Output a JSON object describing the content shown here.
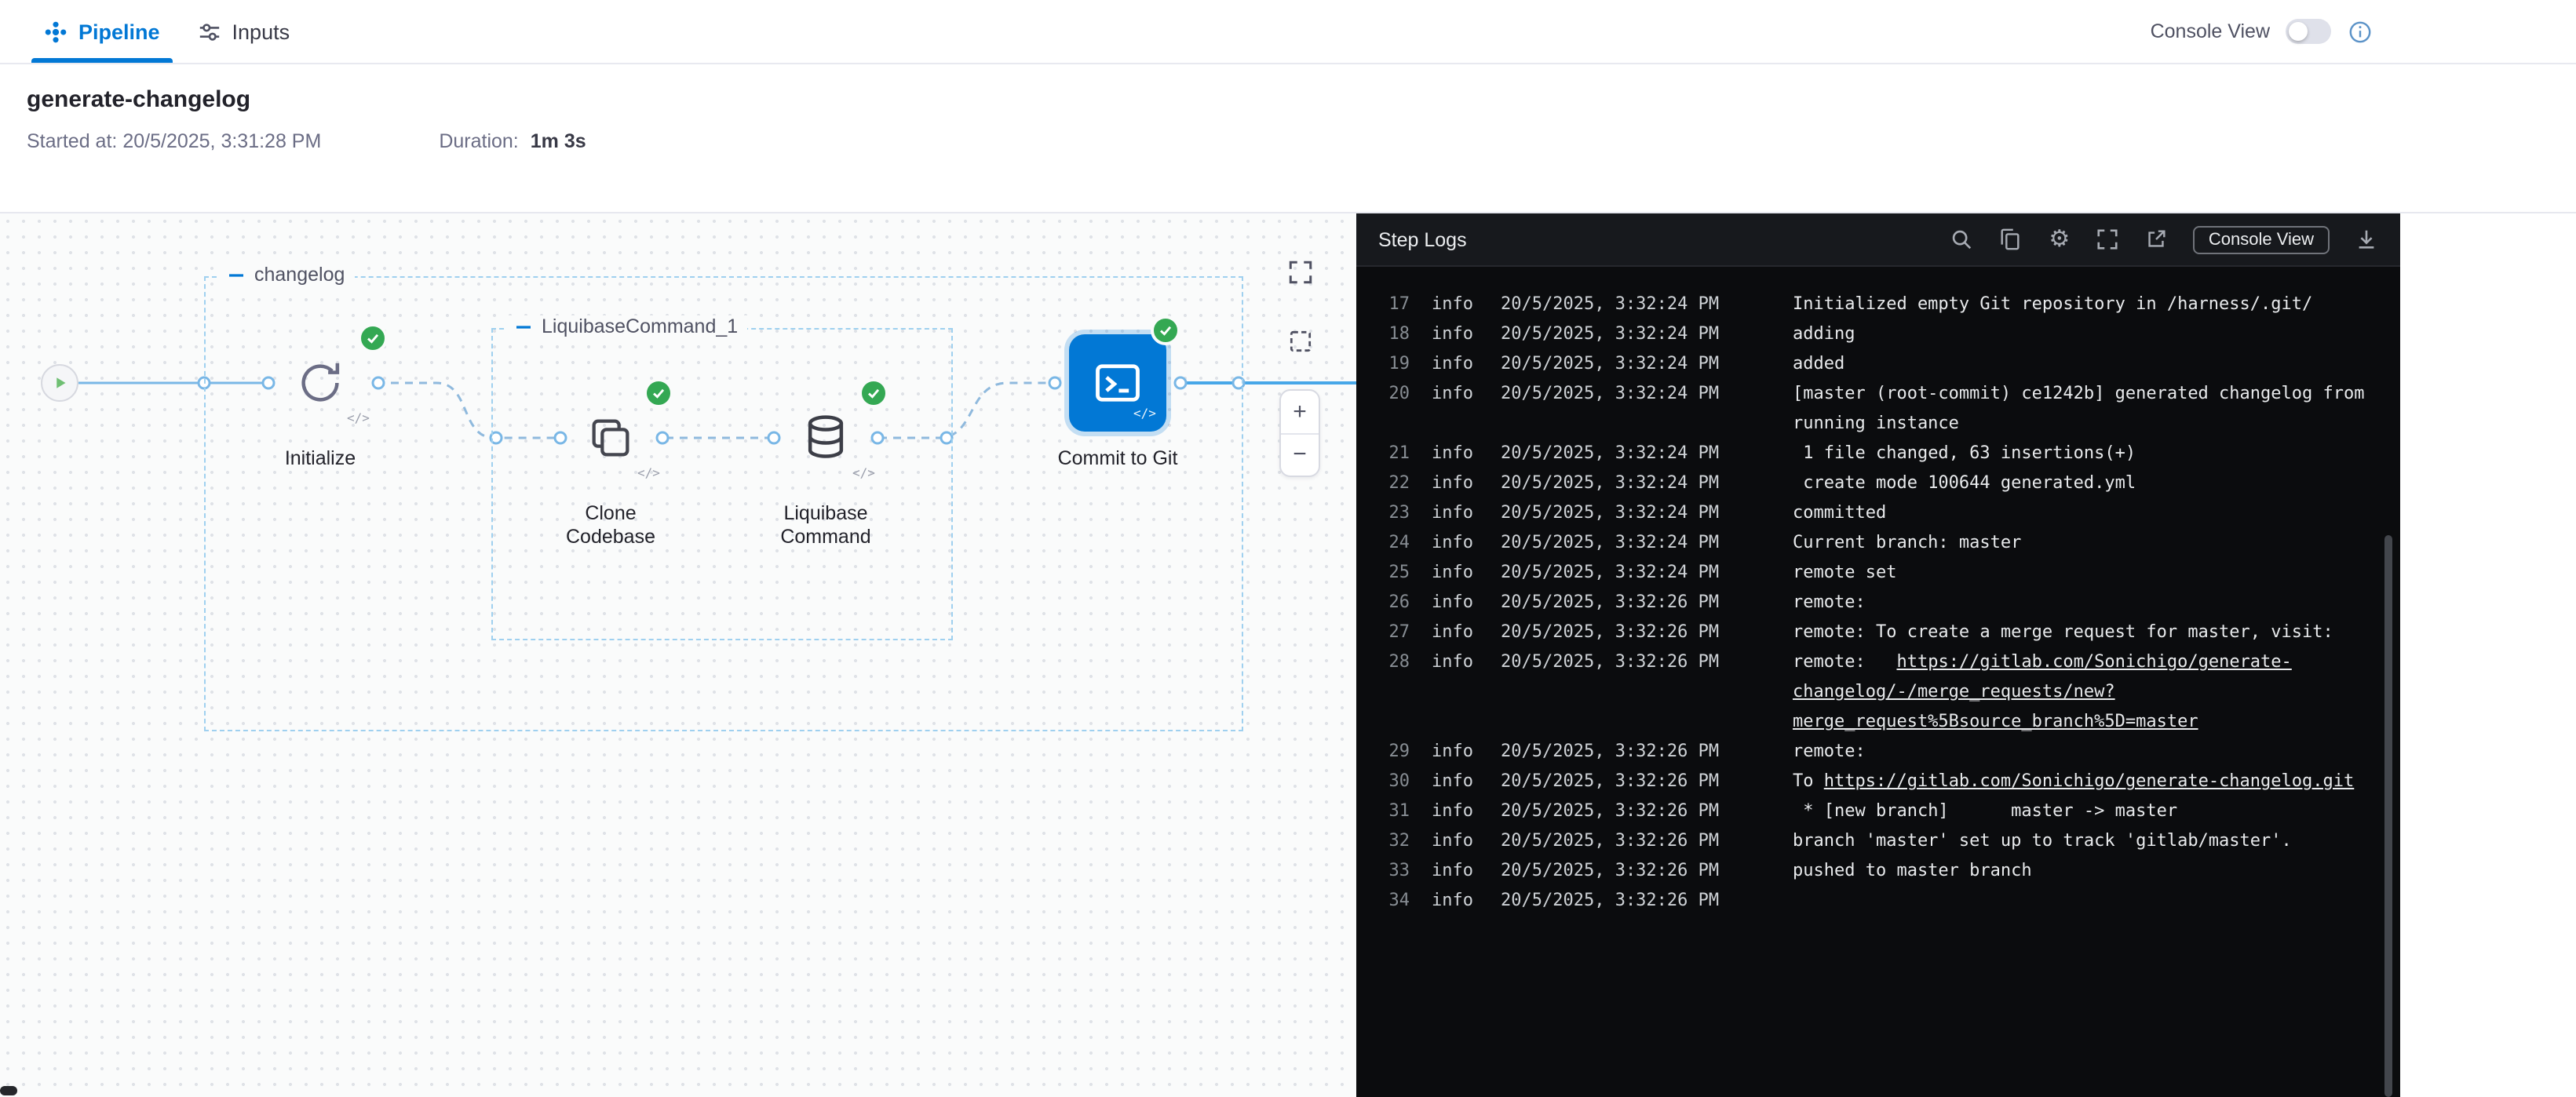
{
  "topbar": {
    "pipeline_tab": "Pipeline",
    "inputs_tab": "Inputs",
    "console_view_label": "Console View"
  },
  "header": {
    "title": "generate-changelog",
    "started_label": "Started at:",
    "started_value": "20/5/2025, 3:31:28 PM",
    "duration_label": "Duration:",
    "duration_value": "1m 3s"
  },
  "canvas": {
    "stage_label": "changelog",
    "group_label": "LiquibaseCommand_1",
    "nodes": {
      "initialize": "Initialize",
      "clone": "Clone Codebase",
      "liquibase": "Liquibase Command",
      "commit": "Commit to Git"
    },
    "code_badge": "</>",
    "zoom_in": "+",
    "zoom_out": "−"
  },
  "logs": {
    "title": "Step Logs",
    "console_view_button": "Console View",
    "entries": [
      {
        "n": "17",
        "level": "info",
        "time": "20/5/2025, 3:32:24 PM",
        "parts": [
          {
            "t": "Initialized empty Git repository in /harness/.git/"
          }
        ]
      },
      {
        "n": "18",
        "level": "info",
        "time": "20/5/2025, 3:32:24 PM",
        "parts": [
          {
            "t": "adding"
          }
        ]
      },
      {
        "n": "19",
        "level": "info",
        "time": "20/5/2025, 3:32:24 PM",
        "parts": [
          {
            "t": "added"
          }
        ]
      },
      {
        "n": "20",
        "level": "info",
        "time": "20/5/2025, 3:32:24 PM",
        "parts": [
          {
            "t": "[master (root-commit) ce1242b] generated changelog from running instance"
          }
        ]
      },
      {
        "n": "21",
        "level": "info",
        "time": "20/5/2025, 3:32:24 PM",
        "parts": [
          {
            "t": " 1 file changed, 63 insertions(+)"
          }
        ]
      },
      {
        "n": "22",
        "level": "info",
        "time": "20/5/2025, 3:32:24 PM",
        "parts": [
          {
            "t": " create mode 100644 generated.yml"
          }
        ]
      },
      {
        "n": "23",
        "level": "info",
        "time": "20/5/2025, 3:32:24 PM",
        "parts": [
          {
            "t": "committed"
          }
        ]
      },
      {
        "n": "24",
        "level": "info",
        "time": "20/5/2025, 3:32:24 PM",
        "parts": [
          {
            "t": "Current branch: master"
          }
        ]
      },
      {
        "n": "25",
        "level": "info",
        "time": "20/5/2025, 3:32:24 PM",
        "parts": [
          {
            "t": "remote set"
          }
        ]
      },
      {
        "n": "26",
        "level": "info",
        "time": "20/5/2025, 3:32:26 PM",
        "parts": [
          {
            "t": "remote:"
          }
        ]
      },
      {
        "n": "27",
        "level": "info",
        "time": "20/5/2025, 3:32:26 PM",
        "parts": [
          {
            "t": "remote: To create a merge request for master, visit:"
          }
        ]
      },
      {
        "n": "28",
        "level": "info",
        "time": "20/5/2025, 3:32:26 PM",
        "parts": [
          {
            "t": "remote:   "
          },
          {
            "t": "https://gitlab.com/Sonichigo/generate-changelog/-/merge_requests/new?merge_request%5Bsource_branch%5D=master",
            "link": true
          }
        ]
      },
      {
        "n": "29",
        "level": "info",
        "time": "20/5/2025, 3:32:26 PM",
        "parts": [
          {
            "t": "remote:"
          }
        ]
      },
      {
        "n": "30",
        "level": "info",
        "time": "20/5/2025, 3:32:26 PM",
        "parts": [
          {
            "t": "To "
          },
          {
            "t": "https://gitlab.com/Sonichigo/generate-changelog.git",
            "link": true
          }
        ]
      },
      {
        "n": "31",
        "level": "info",
        "time": "20/5/2025, 3:32:26 PM",
        "parts": [
          {
            "t": " * [new branch]      master -> master"
          }
        ]
      },
      {
        "n": "32",
        "level": "info",
        "time": "20/5/2025, 3:32:26 PM",
        "parts": [
          {
            "t": "branch 'master' set up to track 'gitlab/master'."
          }
        ]
      },
      {
        "n": "33",
        "level": "info",
        "time": "20/5/2025, 3:32:26 PM",
        "parts": [
          {
            "t": "pushed to master branch"
          }
        ]
      },
      {
        "n": "34",
        "level": "info",
        "time": "20/5/2025, 3:32:26 PM",
        "parts": [
          {
            "t": ""
          }
        ]
      }
    ]
  },
  "colors": {
    "primary_blue": "#0278d5",
    "success_green": "#34a853",
    "log_bg": "#0b0c0e",
    "canvas_bg": "#fafbfb"
  }
}
